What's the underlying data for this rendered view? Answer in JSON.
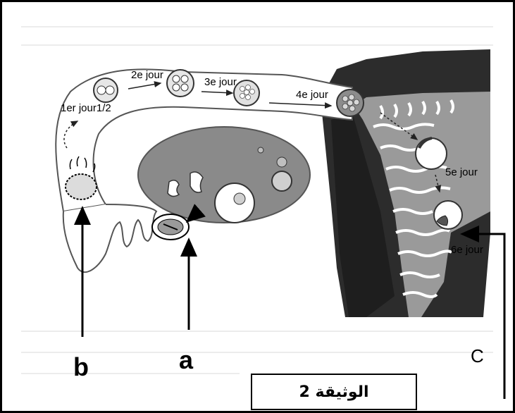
{
  "stages": {
    "day_1_5": "1er jour1/2",
    "day_2": "2e jour",
    "day_3": "3e jour",
    "day_4": "4e jour",
    "day_5": "5e jour",
    "day_6": "6e jour"
  },
  "labels": {
    "a": "a",
    "b": "b",
    "c": "C"
  },
  "caption": "الوثيقة 2"
}
